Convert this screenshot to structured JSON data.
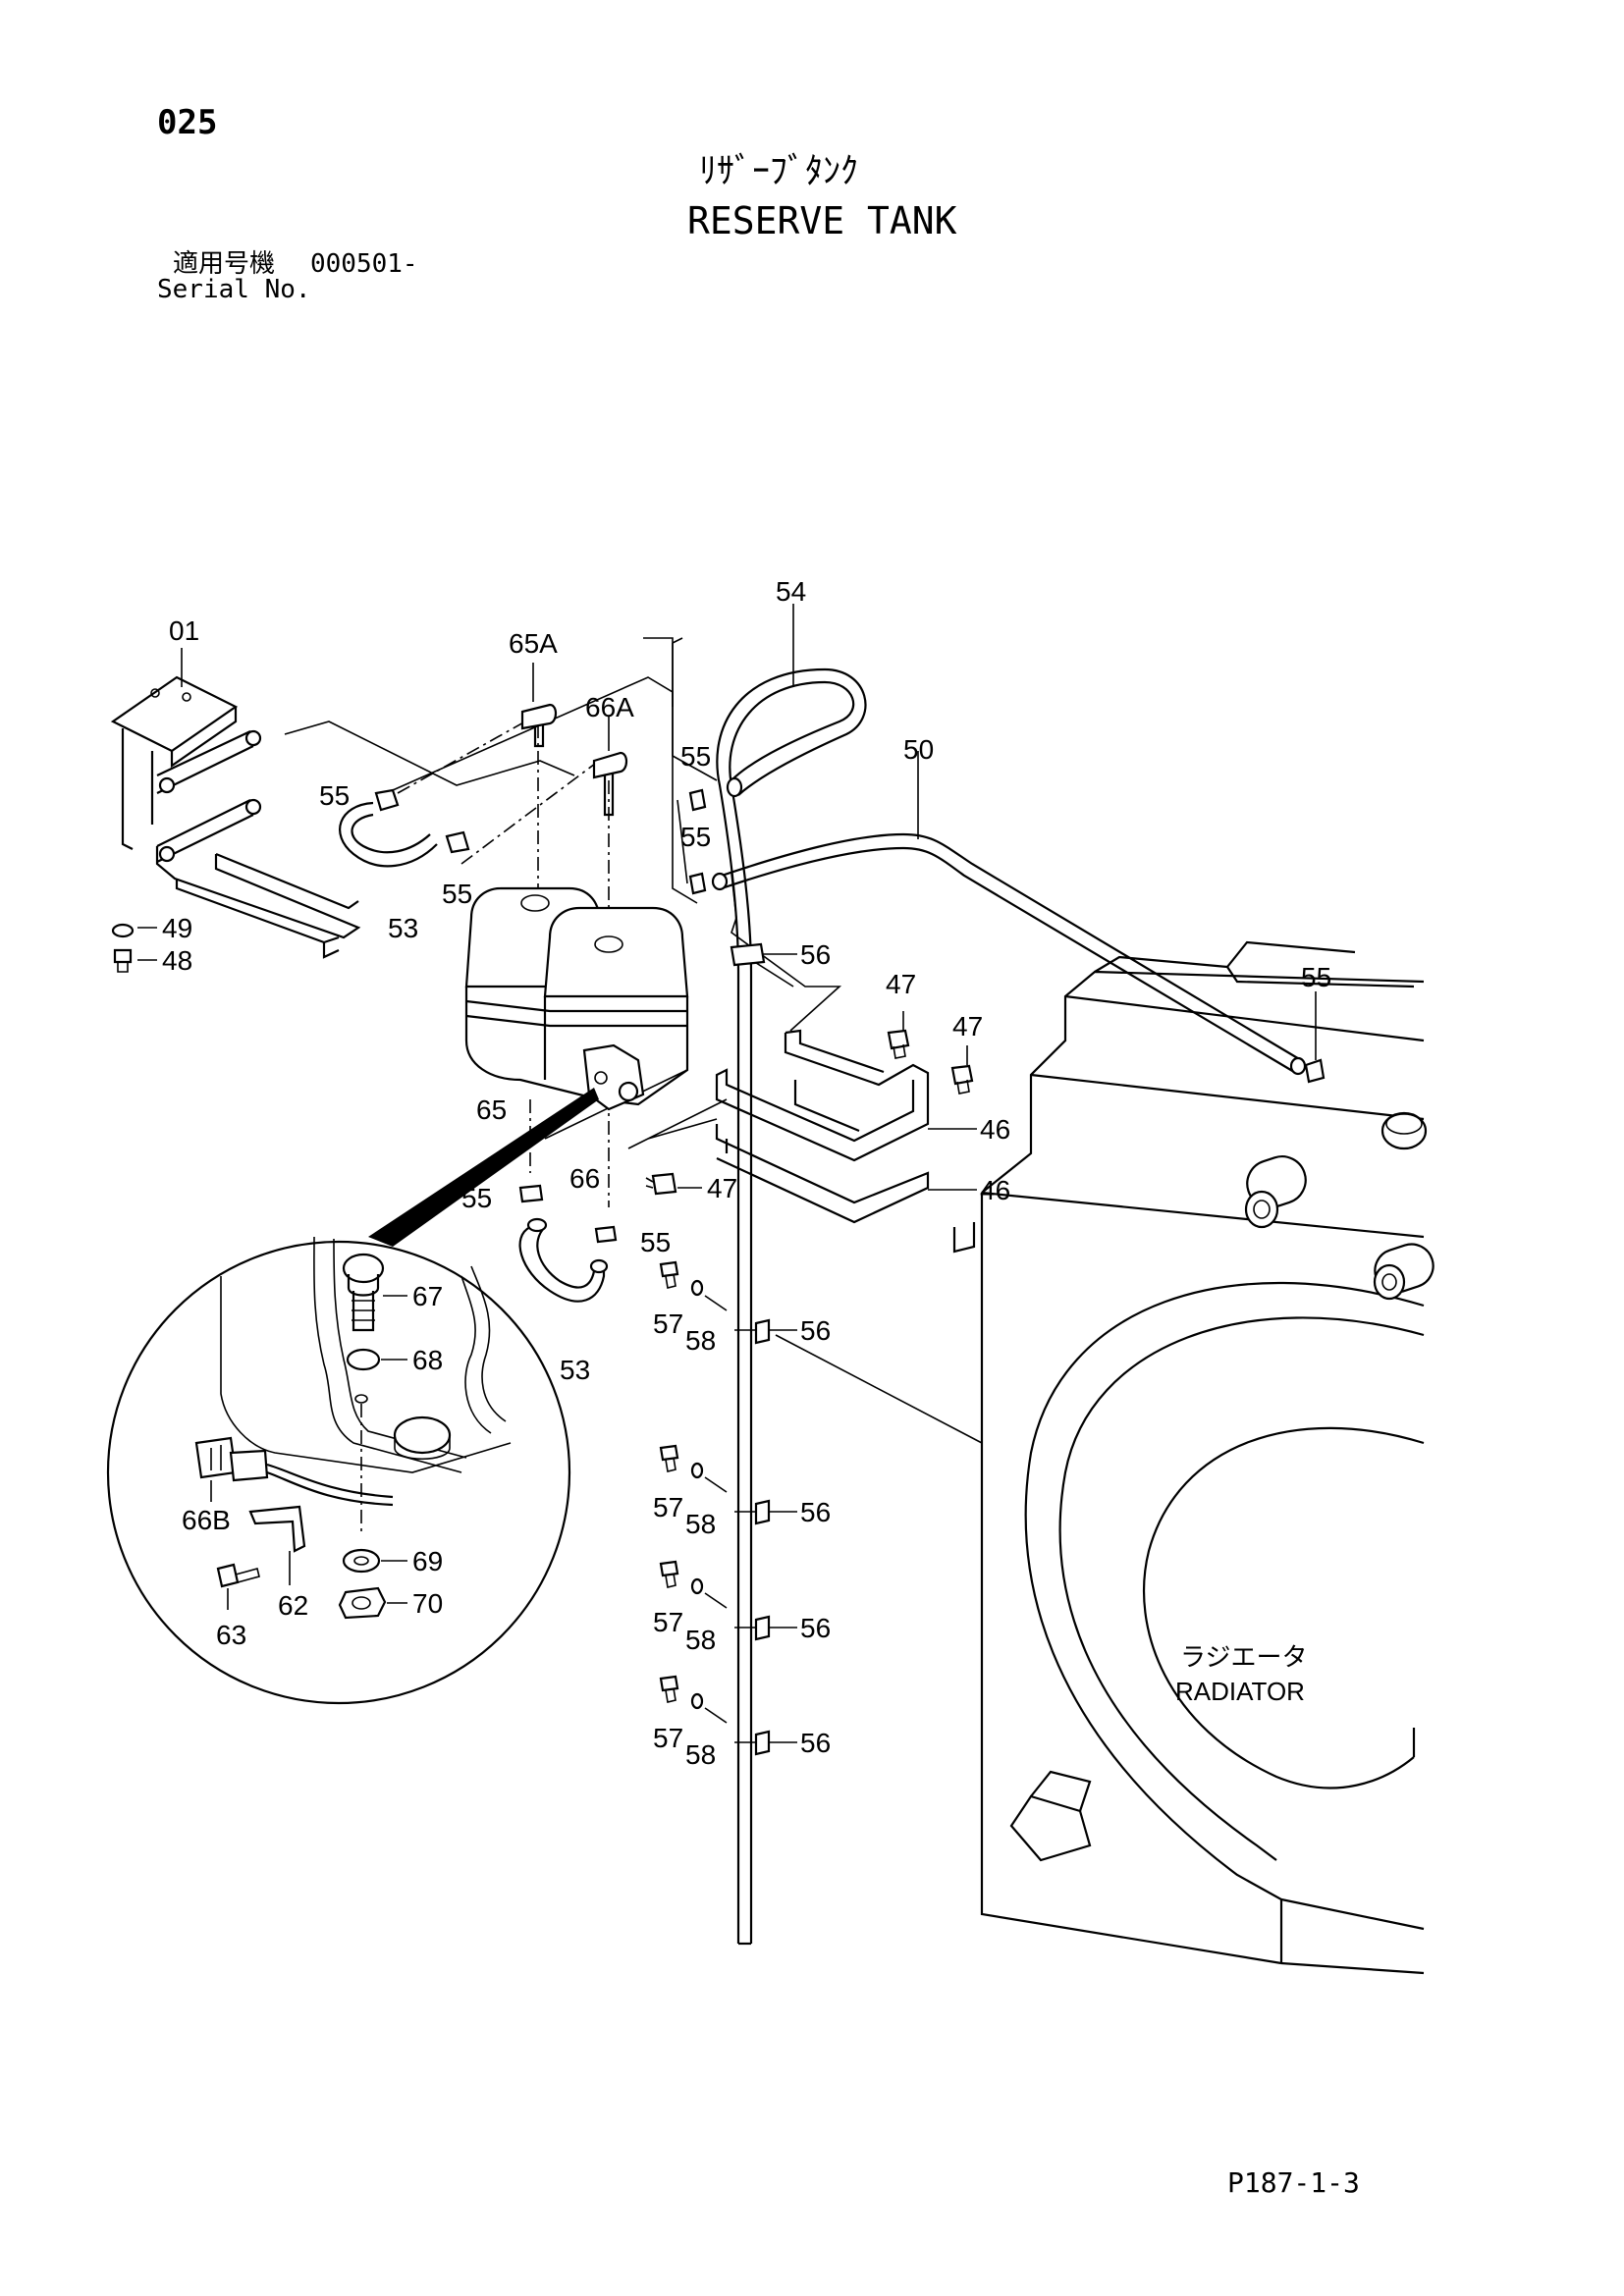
{
  "header": {
    "page_number": "025",
    "title_jp": "ﾘｻﾞｰﾌﾞﾀﾝｸ",
    "title_en": "RESERVE TANK",
    "serial_label_jp": "適用号機",
    "serial_value": "000501-",
    "serial_label_en": "Serial No."
  },
  "diagram": {
    "callouts": {
      "c01": "01",
      "c65A": "65A",
      "c66A": "66A",
      "c54": "54",
      "c50": "50",
      "c55a": "55",
      "c55b": "55",
      "c55c": "55",
      "c55d": "55",
      "c55e": "55",
      "c55f": "55",
      "c55g": "55",
      "c53a": "53",
      "c53b": "53",
      "c49": "49",
      "c48": "48",
      "c56a": "56",
      "c56b": "56",
      "c56c": "56",
      "c56d": "56",
      "c56e": "56",
      "c47a": "47",
      "c47b": "47",
      "c47c": "47",
      "c46a": "46",
      "c46b": "46",
      "c65": "65",
      "c66": "66",
      "c67": "67",
      "c68": "68",
      "c69": "69",
      "c70": "70",
      "c66B": "66B",
      "c62": "62",
      "c63": "63",
      "c57a": "57",
      "c58a": "58",
      "c57b": "57",
      "c58b": "58",
      "c57c": "57",
      "c58c": "58",
      "c57d": "57",
      "c58d": "58"
    },
    "radiator_jp": "ラジエータ",
    "radiator_en": "RADIATOR"
  },
  "footer": {
    "reference": "P187-1-3"
  }
}
